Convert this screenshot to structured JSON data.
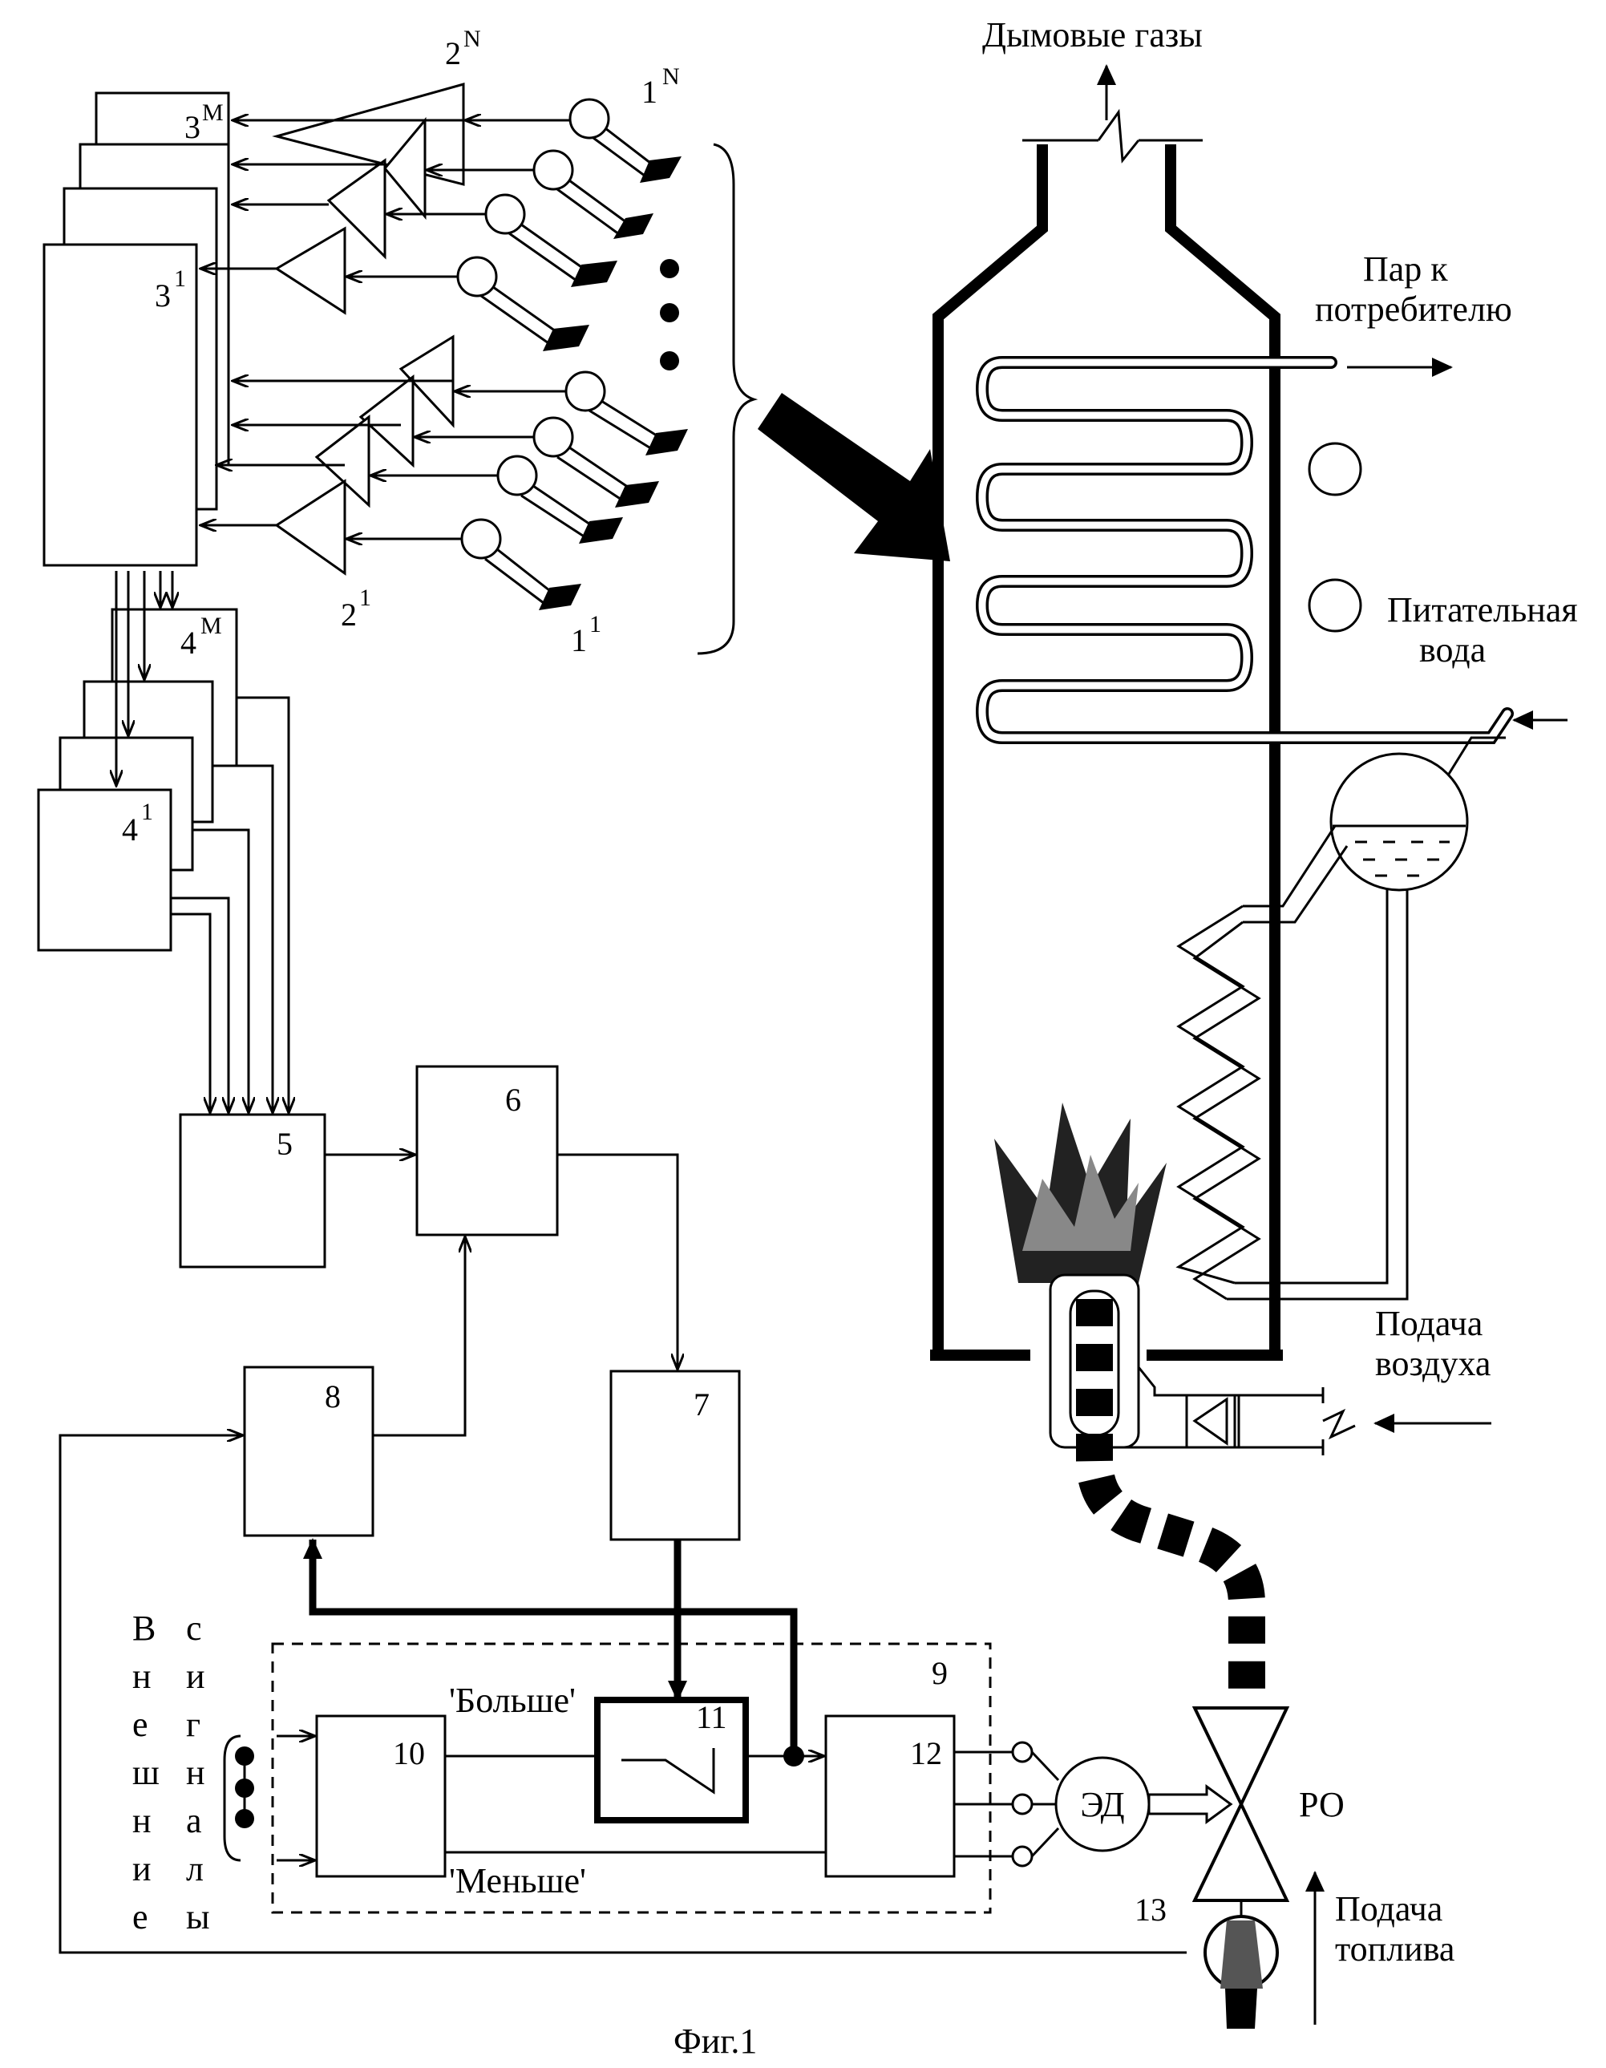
{
  "labels": {
    "flue_gases": "Дымовые газы",
    "steam_line1": "Пар к",
    "steam_line2": "потребителю",
    "feedwater_line1": "Питательная",
    "feedwater_line2": "вода",
    "air_line1": "Подача",
    "air_line2": "воздуха",
    "fuel_line1": "Подача",
    "fuel_line2": "топлива",
    "more": "'Больше'",
    "less": "'Меньше'",
    "motor": "ЭД",
    "valve": "РО",
    "caption": "Фиг.1",
    "external_col1": [
      "В",
      "н",
      "е",
      "ш",
      "н",
      "и",
      "е"
    ],
    "external_col2": [
      "с",
      "и",
      "г",
      "н",
      "а",
      "л",
      "ы"
    ]
  },
  "numbers": {
    "n5": "5",
    "n6": "6",
    "n7": "7",
    "n8": "8",
    "n9": "9",
    "n10": "10",
    "n11": "11",
    "n12": "12",
    "n13": "13",
    "sensor_top": "1",
    "sensor_top_sup": "N",
    "sensor_bottom": "1",
    "sensor_bottom_sup": "1",
    "amp_top": "2",
    "amp_top_sup": "N",
    "amp_bottom": "2",
    "amp_bottom_sup": "1",
    "block3_top": "3",
    "block3_top_sup": "M",
    "block3_front": "3",
    "block3_front_sup": "1",
    "block4_top": "4",
    "block4_top_sup": "M",
    "block4_front": "4",
    "block4_front_sup": "1"
  }
}
